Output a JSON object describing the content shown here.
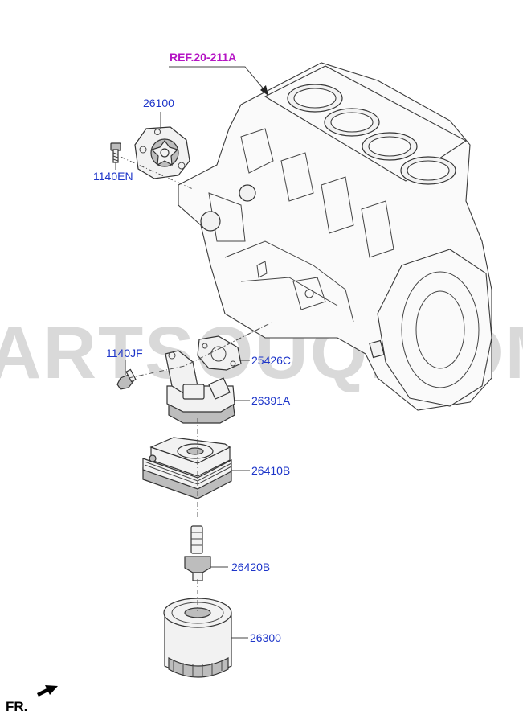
{
  "watermark": "PARTSOUQ.COM",
  "reference": "REF.20-211A",
  "orientation": "FR.",
  "colors": {
    "part_label": "#1d35c9",
    "reference_label": "#b515c4",
    "watermark": "#d9d9d9"
  },
  "parts": [
    {
      "number": "26100"
    },
    {
      "number": "1140EN"
    },
    {
      "number": "1140JF"
    },
    {
      "number": "25426C"
    },
    {
      "number": "26391A"
    },
    {
      "number": "26410B"
    },
    {
      "number": "26420B"
    },
    {
      "number": "26300"
    }
  ],
  "icons": [
    "fr-arrow-icon"
  ]
}
